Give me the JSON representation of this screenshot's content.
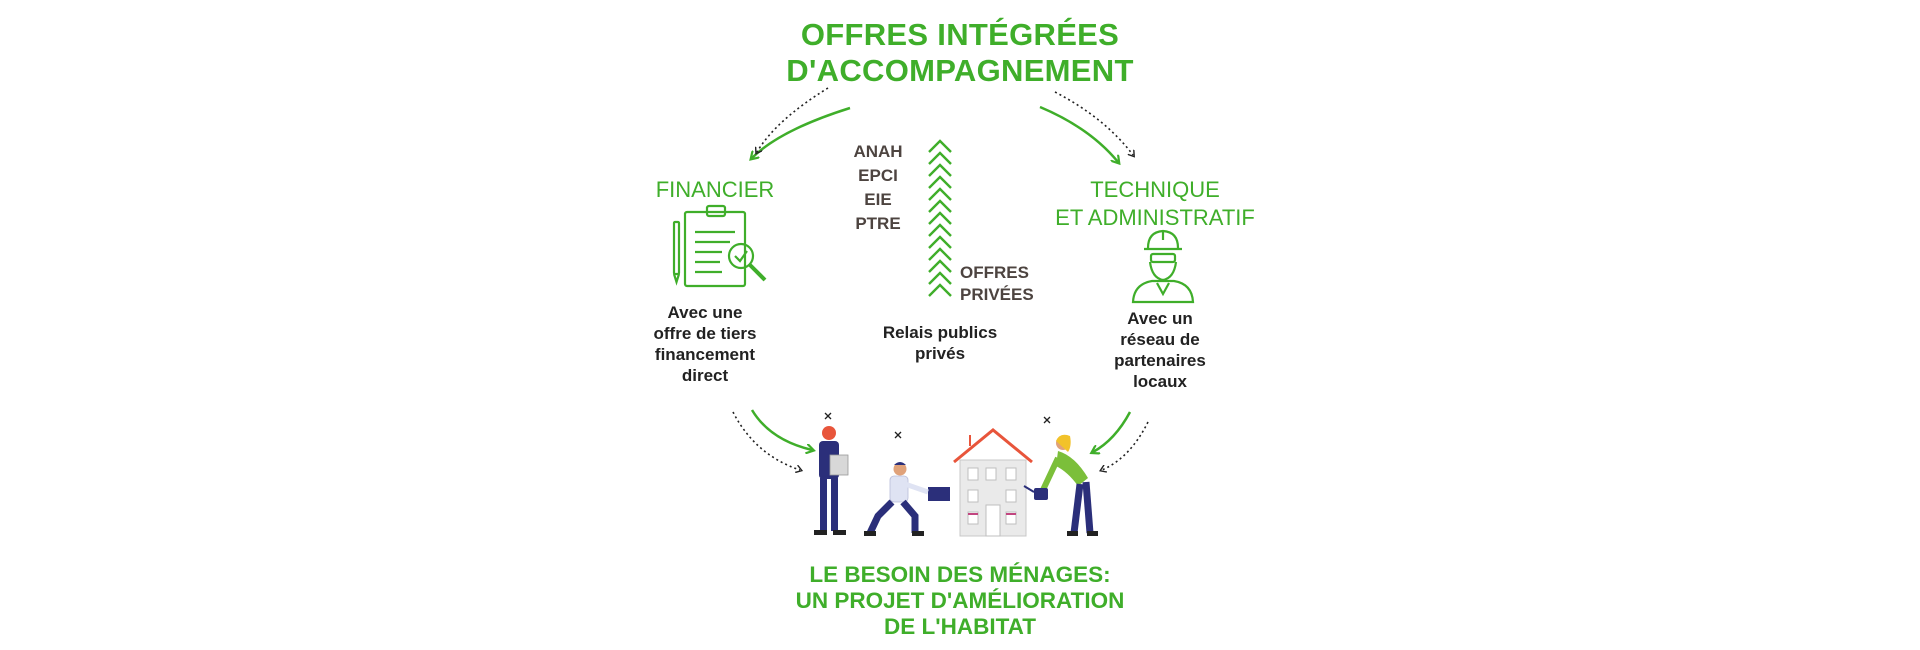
{
  "top": {
    "title_line1": "OFFRES INTÉGRÉES",
    "title_line2": "D'ACCOMPAGNEMENT"
  },
  "left": {
    "label": "FINANCIER",
    "desc_line1": "Avec une",
    "desc_line2": "offre de tiers",
    "desc_line3": "financement",
    "desc_line4": "direct"
  },
  "center": {
    "public_list": [
      "ANAH",
      "EPCI",
      "EIE",
      "PTRE"
    ],
    "private_line1": "OFFRES",
    "private_line2": "PRIVÉES",
    "relais_line1": "Relais publics",
    "relais_line2": "privés"
  },
  "right": {
    "label_line1": "TECHNIQUE",
    "label_line2": "ET ADMINISTRATIF",
    "desc_line1": "Avec un",
    "desc_line2": "réseau de",
    "desc_line3": "partenaires",
    "desc_line4": "locaux"
  },
  "bottom": {
    "line1": "LE BESOIN DES MÉNAGES:",
    "line2": "UN PROJET D'AMÉLIORATION",
    "line3": "DE L'HABITAT"
  },
  "colors": {
    "green": "#3fae2a",
    "dark": "#222222",
    "brown": "#4d4440",
    "roof": "#e8553b",
    "navy": "#2b2f7a"
  }
}
